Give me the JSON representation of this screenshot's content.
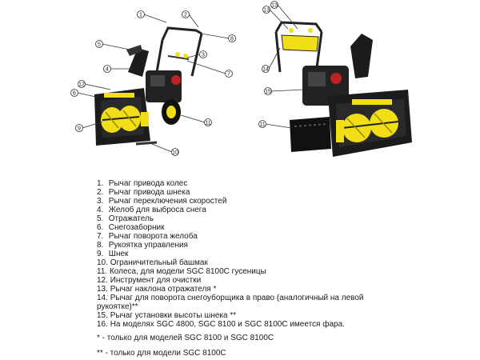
{
  "figure": {
    "callouts": [
      "1",
      "2",
      "3",
      "4",
      "5",
      "6",
      "7",
      "8",
      "9",
      "10",
      "11",
      "12",
      "13",
      "14",
      "15"
    ],
    "colors": {
      "yellow": "#f2de17",
      "body": "#1c1c1c",
      "metal": "#444444"
    }
  },
  "parts": [
    {
      "num": "1.",
      "text": "Рычаг привода колес"
    },
    {
      "num": "2.",
      "text": "Рычаг привода шнека"
    },
    {
      "num": "3.",
      "text": "Рычаг переключения скоростей"
    },
    {
      "num": "4.",
      "text": "Желоб для выброса снега"
    },
    {
      "num": "5.",
      "text": "Отражатель"
    },
    {
      "num": "6.",
      "text": "Снегозаборник"
    },
    {
      "num": "7.",
      "text": "Рычаг поворота желоба"
    },
    {
      "num": "8.",
      "text": "Рукоятка управления"
    },
    {
      "num": "9.",
      "text": "Шнек"
    },
    {
      "num": "10.",
      "text": "Ограничительный башмак"
    },
    {
      "num": "11.",
      "text": "Колеса, для модели SGC 8100C гусеницы"
    },
    {
      "num": "12.",
      "text": "Инструмент для очистки"
    },
    {
      "num": "13.",
      "text": "Рычаг наклона отражателя *"
    },
    {
      "num": "14.",
      "text": "Рычаг для поворота снегоуборщика в право (аналогичный на левой"
    },
    {
      "num": "",
      "text": "рукоятке)**"
    },
    {
      "num": "15.",
      "text": "Рычаг установки высоты шнека **"
    },
    {
      "num": "16.",
      "text": "На моделях SGC 4800, SGC 8100 и SGC 8100C имеется фара."
    }
  ],
  "notes": [
    "* - только для моделей SGC 8100 и SGC 8100C",
    "** - только для модели SGC 8100C"
  ]
}
